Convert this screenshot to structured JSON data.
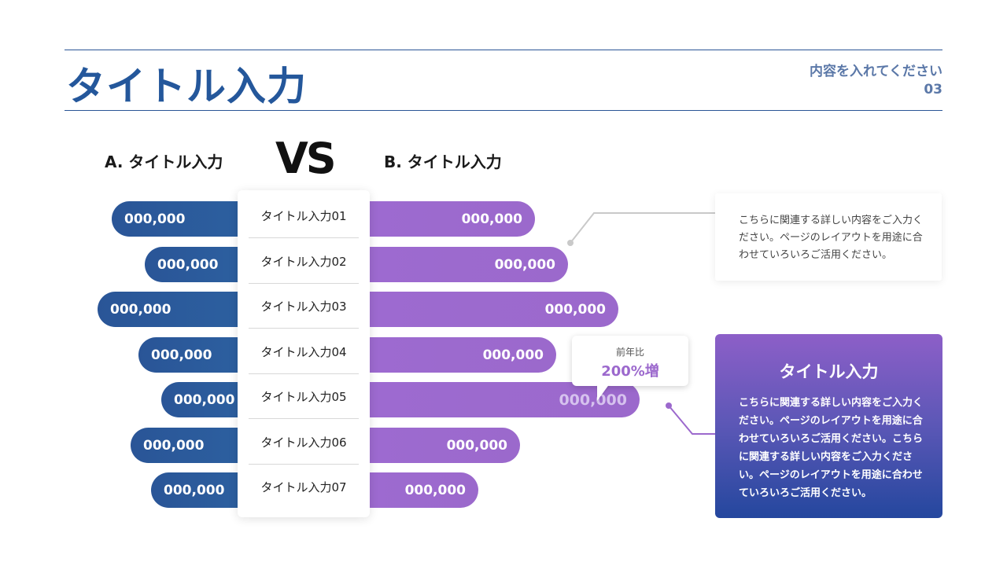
{
  "header": {
    "title": "タイトル入力",
    "subtitle": "内容を入れてください",
    "page_number": "03"
  },
  "comparison": {
    "label_a": "A. タイトル入力",
    "vs": "VS",
    "label_b": "B. タイトル入力"
  },
  "rows": [
    {
      "category": "タイトル入力01",
      "a": "000,000",
      "b": "000,000"
    },
    {
      "category": "タイトル入力02",
      "a": "000,000",
      "b": "000,000"
    },
    {
      "category": "タイトル入力03",
      "a": "000,000",
      "b": "000,000"
    },
    {
      "category": "タイトル入力04",
      "a": "000,000",
      "b": "000,000"
    },
    {
      "category": "タイトル入力05",
      "a": "000,000",
      "b": "000,000"
    },
    {
      "category": "タイトル入力06",
      "a": "000,000",
      "b": "000,000"
    },
    {
      "category": "タイトル入力07",
      "a": "000,000",
      "b": "000,000"
    }
  ],
  "note": {
    "text": "こちらに関連する詳しい内容をご入力ください。ページのレイアウトを用途に合わせていろいろご活用ください。"
  },
  "callout": {
    "label": "前年比",
    "value": "200%増"
  },
  "info": {
    "title": "タイトル入力",
    "body": "こちらに関連する詳しい内容をご入力ください。ページのレイアウトを用途に合わせていろいろご活用ください。こちらに関連する詳しい内容をご入力ください。ページのレイアウトを用途に合わせていろいろご活用ください。"
  },
  "colors": {
    "brand_blue": "#24579b",
    "bar_a": "#2a5597",
    "bar_b": "#9d6ad0",
    "accent_purple": "#9c69cd"
  },
  "chart_data": {
    "type": "bar",
    "orientation": "horizontal-butterfly",
    "categories": [
      "タイトル入力01",
      "タイトル入力02",
      "タイトル入力03",
      "タイトル入力04",
      "タイトル入力05",
      "タイトル入力06",
      "タイトル入力07"
    ],
    "series": [
      {
        "name": "A. タイトル入力",
        "labels": [
          "000,000",
          "000,000",
          "000,000",
          "000,000",
          "000,000",
          "000,000",
          "000,000"
        ],
        "values": [
          160,
          118,
          178,
          126,
          97,
          136,
          110
        ]
      },
      {
        "name": "B. タイトル入力",
        "labels": [
          "000,000",
          "000,000",
          "000,000",
          "000,000",
          "000,000",
          "000,000",
          "000,000"
        ],
        "values": [
          210,
          252,
          316,
          237,
          343,
          191,
          138
        ]
      }
    ],
    "highlight": {
      "category_index": 4,
      "series": "B. タイトル入力",
      "annotation": "前年比 200%増"
    },
    "grid": false
  }
}
